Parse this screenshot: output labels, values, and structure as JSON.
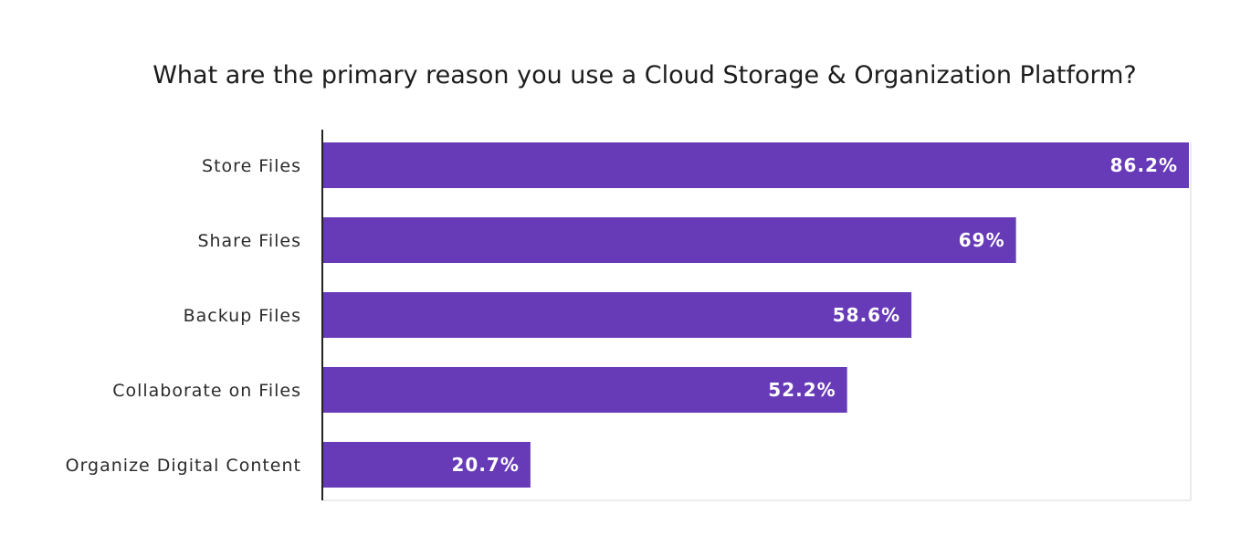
{
  "chart_data": {
    "type": "bar",
    "orientation": "horizontal",
    "title": "What are the primary reason you use a Cloud Storage & Organization Platform?",
    "categories": [
      "Store Files",
      "Share Files",
      "Backup Files",
      "Collaborate on Files",
      "Organize Digital Content"
    ],
    "values": [
      86.2,
      69,
      58.6,
      52.2,
      20.7
    ],
    "value_labels": [
      "86.2%",
      "69%",
      "58.6%",
      "52.2%",
      "20.7%"
    ],
    "xlim": [
      0,
      86.2
    ],
    "grid": false,
    "legend": "none",
    "colors": {
      "bar": "#673ab7",
      "axis": "#222222",
      "frame": "#e6e6e6"
    }
  }
}
